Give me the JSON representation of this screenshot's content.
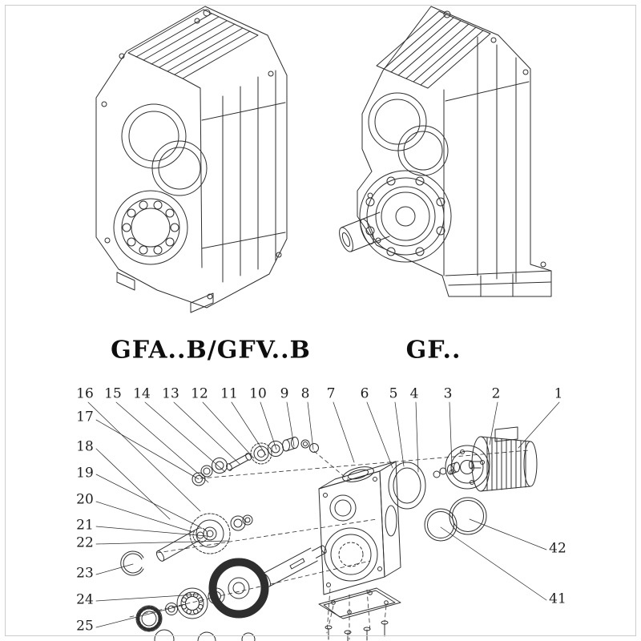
{
  "page": {
    "background": "#ffffff",
    "line_color": "#2e2e2e",
    "frame_color": "#cccccc",
    "left_model_label": "GFA..B/GFV..B",
    "right_model_label": "GF.."
  },
  "exploded": {
    "top_row": [
      "16",
      "15",
      "14",
      "13",
      "12",
      "11",
      "10",
      "9",
      "8",
      "7",
      "6",
      "5",
      "4",
      "3",
      "2",
      "1"
    ],
    "left_column": [
      "17",
      "18",
      "19",
      "20",
      "21",
      "22",
      "23",
      "24",
      "25"
    ],
    "right_column": [
      "42",
      "41"
    ]
  }
}
